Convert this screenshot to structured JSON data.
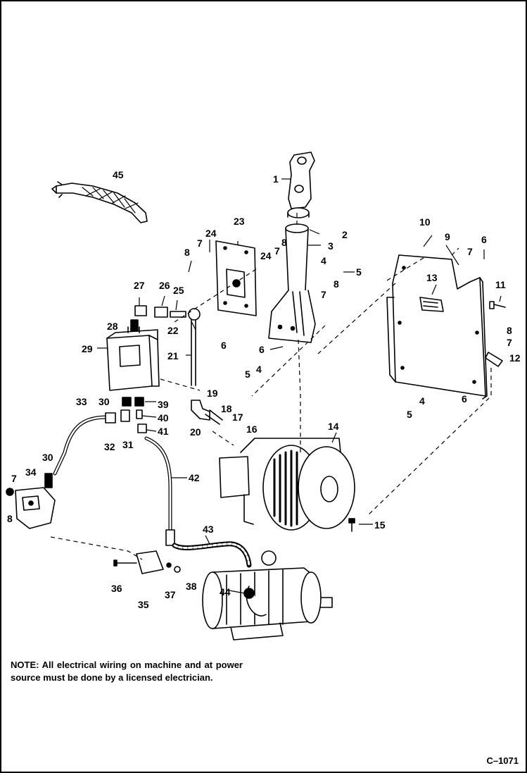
{
  "note": "NOTE:  All electrical wiring on machine and at power source must be done by a licensed electrician.",
  "figure_code": "C–1071",
  "callouts": [
    "1",
    "2",
    "3",
    "4",
    "4",
    "4",
    "5",
    "5",
    "5",
    "6",
    "6",
    "6",
    "6",
    "7",
    "7",
    "7",
    "7",
    "7",
    "7",
    "8",
    "8",
    "8",
    "8",
    "8",
    "9",
    "10",
    "11",
    "12",
    "13",
    "14",
    "15",
    "16",
    "17",
    "18",
    "19",
    "20",
    "21",
    "22",
    "23",
    "24",
    "24",
    "25",
    "26",
    "27",
    "28",
    "29",
    "30",
    "30",
    "31",
    "32",
    "33",
    "34",
    "35",
    "36",
    "37",
    "38",
    "39",
    "40",
    "41",
    "42",
    "43",
    "44",
    "45"
  ],
  "parts": {
    "p1": "1",
    "p2": "2",
    "p3": "3",
    "p4a": "4",
    "p4b": "4",
    "p4c": "4",
    "p5a": "5",
    "p5b": "5",
    "p5c": "5",
    "p6a": "6",
    "p6b": "6",
    "p6c": "6",
    "p6d": "6",
    "p7a": "7",
    "p7b": "7",
    "p7c": "7",
    "p7d": "7",
    "p7e": "7",
    "p7f": "7",
    "p8a": "8",
    "p8b": "8",
    "p8c": "8",
    "p8d": "8",
    "p8e": "8",
    "p9": "9",
    "p10": "10",
    "p11": "11",
    "p12": "12",
    "p13": "13",
    "p14": "14",
    "p15": "15",
    "p16": "16",
    "p17": "17",
    "p18": "18",
    "p19": "19",
    "p20": "20",
    "p21": "21",
    "p22": "22",
    "p23": "23",
    "p24a": "24",
    "p24b": "24",
    "p25": "25",
    "p26": "26",
    "p27": "27",
    "p28": "28",
    "p29": "29",
    "p30a": "30",
    "p30b": "30",
    "p31": "31",
    "p32": "32",
    "p33": "33",
    "p34": "34",
    "p35": "35",
    "p36": "36",
    "p37": "37",
    "p38": "38",
    "p39": "39",
    "p40": "40",
    "p41": "41",
    "p42": "42",
    "p43": "43",
    "p44": "44",
    "p45": "45"
  }
}
